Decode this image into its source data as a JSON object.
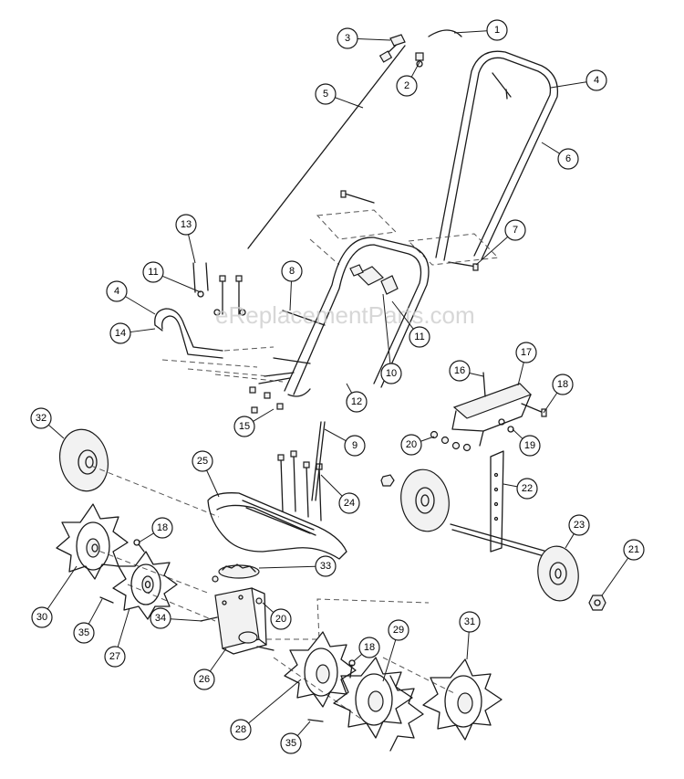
{
  "watermark": "eReplacementParts.com",
  "callouts": [
    {
      "label": "1"
    },
    {
      "label": "2"
    },
    {
      "label": "3"
    },
    {
      "label": "4"
    },
    {
      "label": "5"
    },
    {
      "label": "6"
    },
    {
      "label": "7"
    },
    {
      "label": "8"
    },
    {
      "label": "9"
    },
    {
      "label": "10"
    },
    {
      "label": "11"
    },
    {
      "label": "11"
    },
    {
      "label": "12"
    },
    {
      "label": "13"
    },
    {
      "label": "4"
    },
    {
      "label": "14"
    },
    {
      "label": "15"
    },
    {
      "label": "16"
    },
    {
      "label": "17"
    },
    {
      "label": "18"
    },
    {
      "label": "19"
    },
    {
      "label": "20"
    },
    {
      "label": "32"
    },
    {
      "label": "25"
    },
    {
      "label": "24"
    },
    {
      "label": "22"
    },
    {
      "label": "18"
    },
    {
      "label": "33"
    },
    {
      "label": "23"
    },
    {
      "label": "21"
    },
    {
      "label": "30"
    },
    {
      "label": "35"
    },
    {
      "label": "27"
    },
    {
      "label": "34"
    },
    {
      "label": "20"
    },
    {
      "label": "26"
    },
    {
      "label": "29"
    },
    {
      "label": "31"
    },
    {
      "label": "18"
    },
    {
      "label": "28"
    },
    {
      "label": "35"
    }
  ]
}
